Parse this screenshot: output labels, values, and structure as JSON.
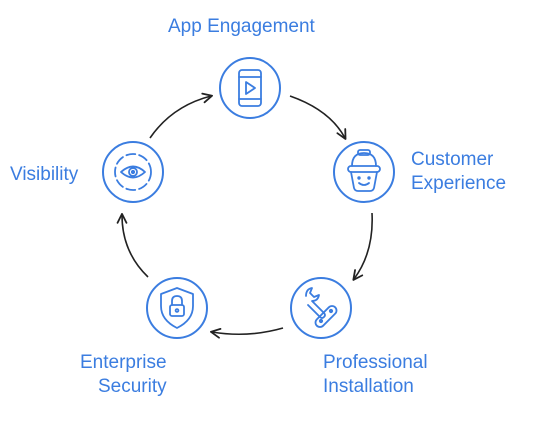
{
  "diagram": {
    "type": "cycle",
    "accent_color": "#3b7de0",
    "arrow_color": "#222222",
    "nodes": [
      {
        "id": "app",
        "lines": [
          "App Engagement"
        ],
        "icon": "smartphone-play-icon"
      },
      {
        "id": "customer",
        "lines": [
          "Customer",
          "Experience"
        ],
        "icon": "smiling-basket-icon"
      },
      {
        "id": "professional",
        "lines": [
          "Professional",
          "Installation"
        ],
        "icon": "wrench-screwdriver-icon"
      },
      {
        "id": "enterprise",
        "lines": [
          "Enterprise",
          "Security"
        ],
        "icon": "shield-lock-icon"
      },
      {
        "id": "visibility",
        "lines": [
          "Visibility"
        ],
        "icon": "eye-scan-icon"
      }
    ]
  }
}
